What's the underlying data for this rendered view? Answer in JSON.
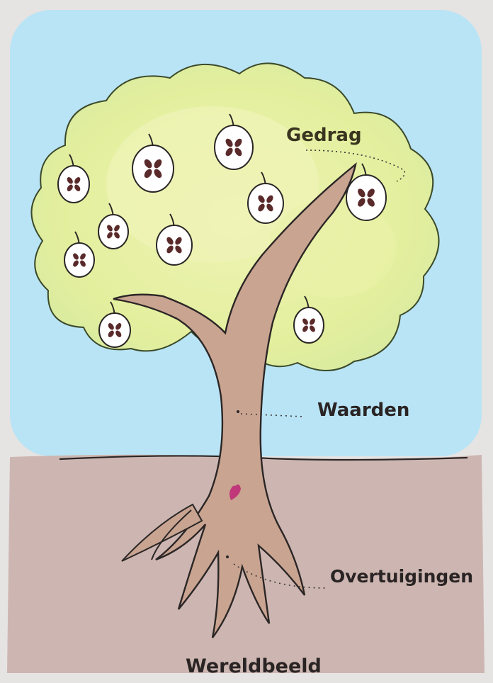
{
  "labels": {
    "gedrag": "Gedrag",
    "waarden": "Waarden",
    "overtuigingen": "Overtuigingen",
    "wereldbeeld": "Wereldbeeld"
  },
  "colors": {
    "sky": "#b9e4f5",
    "ground": "#cfb8b3",
    "foliage": "#e6f0a8",
    "trunk": "#c9a491",
    "outline": "#2b2626",
    "fruit": "#ffffff",
    "seed": "#5a2a2a",
    "heart": "#c0387a"
  },
  "icons": {
    "fruit": "pear-fruit-icon",
    "seed_cluster": "four-seed-icon",
    "heart": "heart-mark-icon"
  }
}
